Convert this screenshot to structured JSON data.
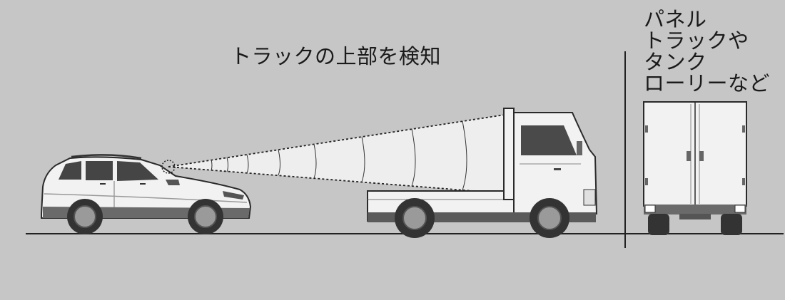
{
  "labels": {
    "detect_top": "トラックの上部を検知",
    "truck_types": [
      "パネル",
      "トラックや",
      "タンク",
      "ローリーなど"
    ]
  },
  "colors": {
    "background": "#c6c6c6",
    "beam": "#eeeeee",
    "vehicle_body": "#f2f2f2",
    "tire": "#4a4a4a",
    "outline": "#2a2a2a"
  }
}
